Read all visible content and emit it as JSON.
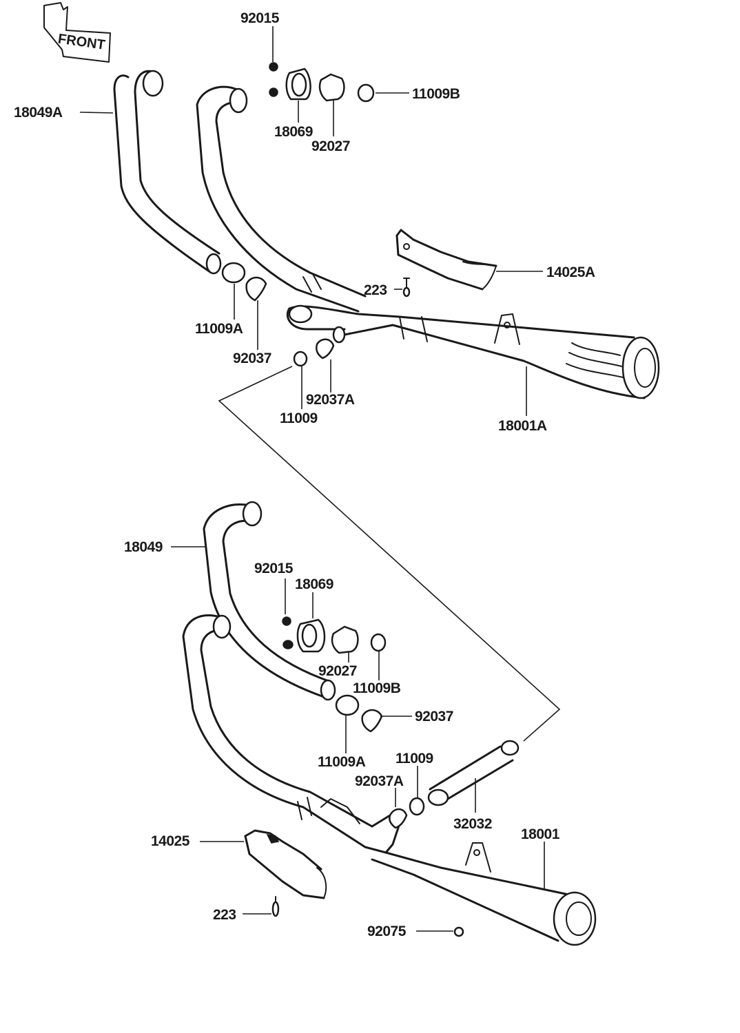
{
  "diagram": {
    "front_badge": "FRONT",
    "labels": {
      "l_92015_top": "92015",
      "l_18049A": "18049A",
      "l_18069_top": "18069",
      "l_92027_top": "92027",
      "l_11009B_top": "11009B",
      "l_14025A": "14025A",
      "l_223_top": "223",
      "l_11009A_top": "11009A",
      "l_92037_top": "92037",
      "l_92037A_top": "92037A",
      "l_11009_top": "11009",
      "l_18001A": "18001A",
      "l_18049": "18049",
      "l_92015_bot": "92015",
      "l_18069_bot": "18069",
      "l_92027_bot": "92027",
      "l_11009B_bot": "11009B",
      "l_92037_bot": "92037",
      "l_11009A_bot": "11009A",
      "l_11009_bot": "11009",
      "l_92037A_bot": "92037A",
      "l_32032": "32032",
      "l_18001": "18001",
      "l_14025": "14025",
      "l_223_bot": "223",
      "l_92075": "92075"
    }
  }
}
